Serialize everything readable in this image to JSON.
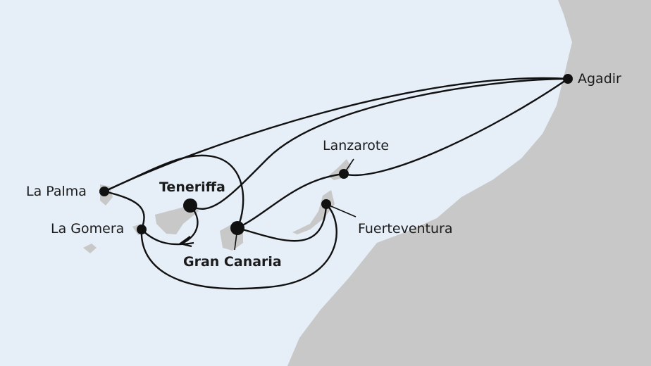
{
  "ports": {
    "agadir": "Agadir",
    "lanzarote": "Lanzarote",
    "fuerteventura": "Fuerteventura",
    "gran_canaria": "Gran Canaria",
    "teneriffa": "Teneriffa",
    "la_gomera": "La Gomera",
    "la_palma": "La Palma"
  },
  "colors": {
    "sea": "#e6eef8",
    "land": "#c8c8c8",
    "route": "#111111"
  }
}
